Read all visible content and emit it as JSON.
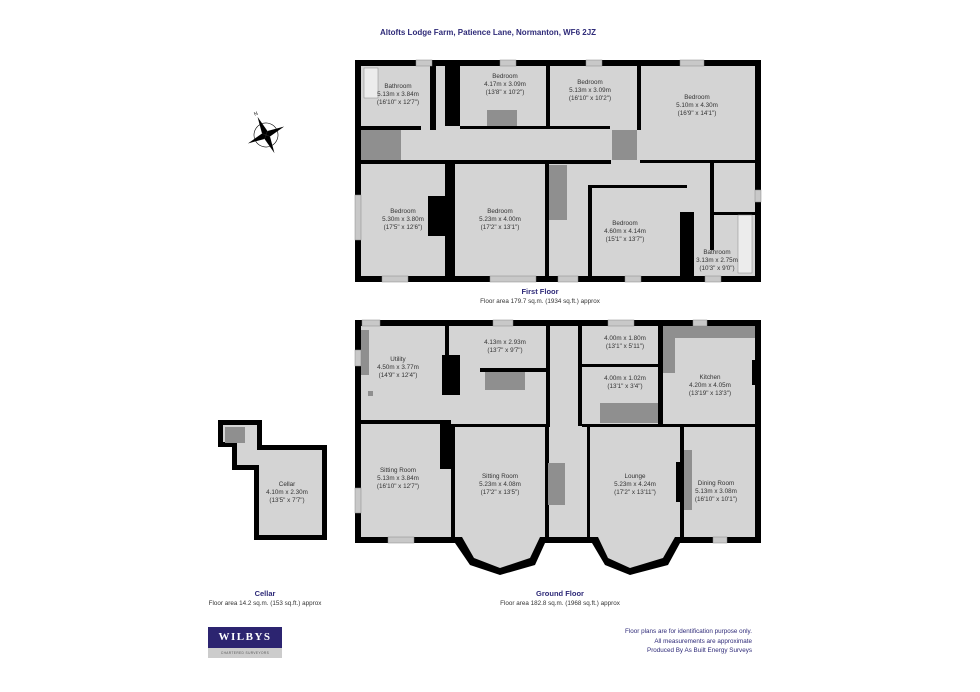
{
  "address": "Altofts Lodge Farm, Patience Lane, Normanton, WF6 2JZ",
  "first_floor": {
    "name": "First Floor",
    "area": "Floor area 179.7 sq.m. (1934 sq.ft.) approx",
    "rooms": [
      {
        "name": "Bathroom",
        "metric": "5.13m x 3.84m",
        "imperial": "(16'10\" x 12'7\")"
      },
      {
        "name": "Bedroom",
        "metric": "4.17m x 3.09m",
        "imperial": "(13'8\" x 10'2\")"
      },
      {
        "name": "Bedroom",
        "metric": "5.13m x 3.09m",
        "imperial": "(16'10\" x 10'2\")"
      },
      {
        "name": "Bedroom",
        "metric": "5.10m x 4.30m",
        "imperial": "(16'9\" x 14'1\")"
      },
      {
        "name": "Bedroom",
        "metric": "5.30m x 3.80m",
        "imperial": "(17'5\" x 12'6\")"
      },
      {
        "name": "Bedroom",
        "metric": "5.23m x 4.00m",
        "imperial": "(17'2\" x 13'1\")"
      },
      {
        "name": "Bedroom",
        "metric": "4.60m x 4.14m",
        "imperial": "(15'1\" x 13'7\")"
      },
      {
        "name": "Bathroom",
        "metric": "3.13m x 2.75m",
        "imperial": "(10'3\" x 9'0\")"
      }
    ]
  },
  "ground_floor": {
    "name": "Ground Floor",
    "area": "Floor area 182.8 sq.m. (1968 sq.ft.) approx",
    "rooms": [
      {
        "name": "Utility",
        "metric": "4.50m x 3.77m",
        "imperial": "(14'9\" x 12'4\")"
      },
      {
        "name": "",
        "metric": "4.13m x 2.93m",
        "imperial": "(13'7\" x 9'7\")"
      },
      {
        "name": "",
        "metric": "4.00m x 1.80m",
        "imperial": "(13'1\" x 5'11\")"
      },
      {
        "name": "",
        "metric": "4.00m x 1.02m",
        "imperial": "(13'1\" x 3'4\")"
      },
      {
        "name": "Kitchen",
        "metric": "4.20m x 4.05m",
        "imperial": "(13'19\" x 13'3\")"
      },
      {
        "name": "Sitting Room",
        "metric": "5.13m x 3.84m",
        "imperial": "(16'10\" x 12'7\")"
      },
      {
        "name": "Sitting Room",
        "metric": "5.23m x 4.08m",
        "imperial": "(17'2\" x 13'5\")"
      },
      {
        "name": "Lounge",
        "metric": "5.23m x 4.24m",
        "imperial": "(17'2\" x 13'11\")"
      },
      {
        "name": "Dining Room",
        "metric": "5.13m x 3.08m",
        "imperial": "(16'10\" x 10'1\")"
      }
    ]
  },
  "cellar": {
    "name": "Cellar",
    "area": "Floor area 14.2 sq.m. (153 sq.ft.) approx",
    "rooms": [
      {
        "name": "Cellar",
        "metric": "4.10m x 2.30m",
        "imperial": "(13'5\" x 7'7\")"
      }
    ]
  },
  "logo": {
    "name": "WILBYS",
    "tagline": "CHARTERED SURVEYORS"
  },
  "notes": [
    "Floor plans are for identification purpose only.",
    "All measurements are approximate",
    "Produced By As Built Energy Surveys"
  ],
  "compass": {
    "icon": "compass-rose-icon",
    "north": "N"
  },
  "colors": {
    "wall": "#000000",
    "floor": "#d4d4d4",
    "fixture": "#8f8f8f",
    "title": "#2e2a78"
  }
}
